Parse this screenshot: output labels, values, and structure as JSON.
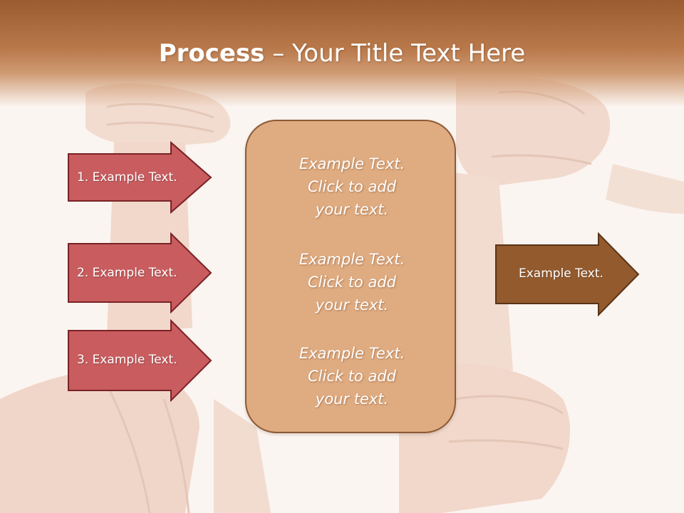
{
  "title": {
    "bold": "Process",
    "rest": " – Your Title Text Here"
  },
  "left_arrows": [
    {
      "label": "1. Example Text."
    },
    {
      "label": "2. Example Text."
    },
    {
      "label": "3. Example Text."
    }
  ],
  "center_blocks": [
    {
      "line1": "Example Text.",
      "line2": "Click  to add",
      "line3": "your text."
    },
    {
      "line1": "Example Text.",
      "line2": "Click  to add",
      "line3": "your text."
    },
    {
      "line1": "Example Text.",
      "line2": "Click  to add",
      "line3": "your text."
    }
  ],
  "right_arrow": {
    "label": "Example Text."
  },
  "colors": {
    "title_band": "#a8683c",
    "left_arrow_fill": "#c85c5e",
    "left_arrow_border": "#7a2226",
    "center_box_fill": "#dfab80",
    "right_arrow_fill": "#935a2e",
    "right_arrow_border": "#5a3416"
  },
  "background_image": "hands-clasped-square-photo"
}
